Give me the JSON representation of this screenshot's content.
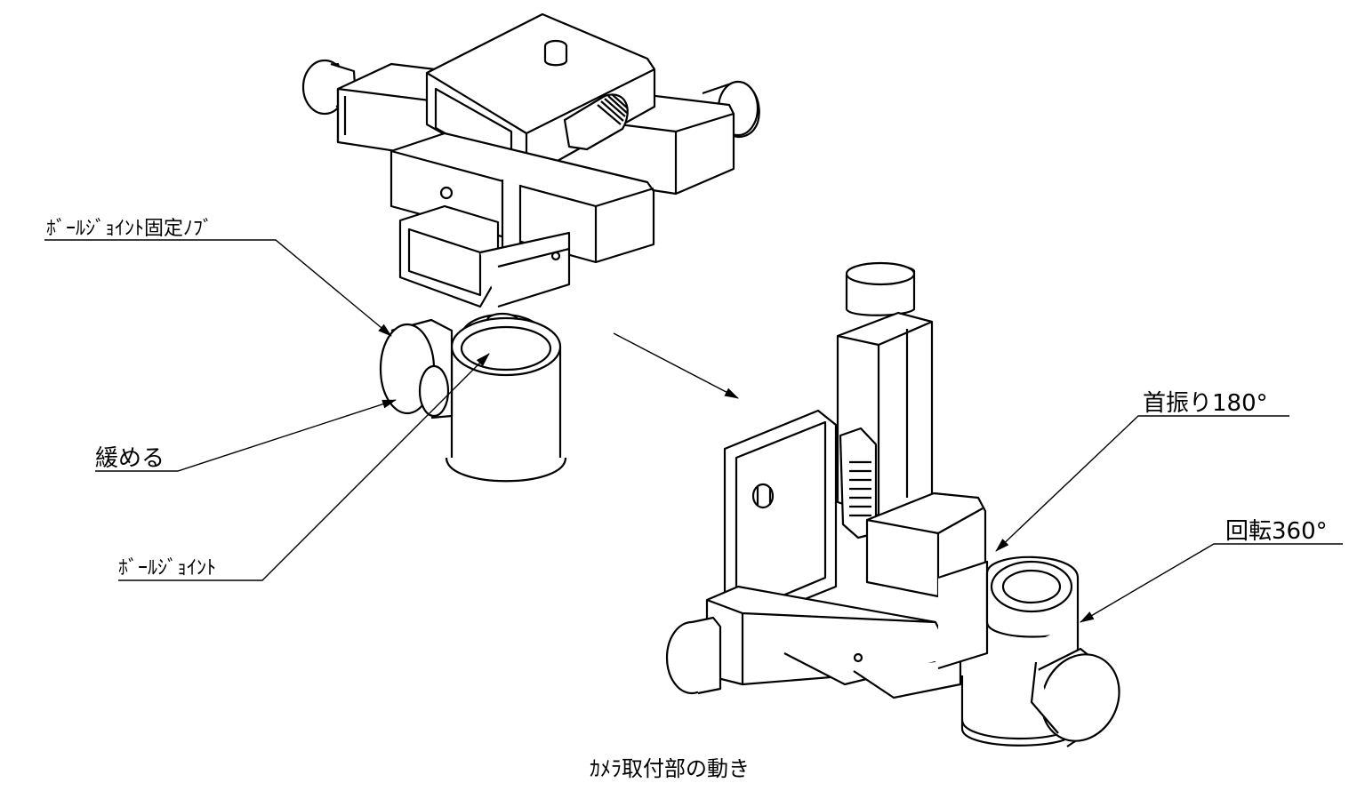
{
  "diagram": {
    "caption": "ｶﾒﾗ取付部の動き",
    "callouts": {
      "ball_joint_knob": "ﾎﾞｰﾙｼﾞｮｲﾝﾄ固定ﾉﾌﾞ",
      "loosen": "緩める",
      "ball_joint": "ﾎﾞｰﾙｼﾞｮｲﾝﾄ",
      "pan_tilt": "首振り180°",
      "rotation": "回転360°"
    }
  },
  "colors": {
    "line": "#000000",
    "background": "#ffffff"
  }
}
